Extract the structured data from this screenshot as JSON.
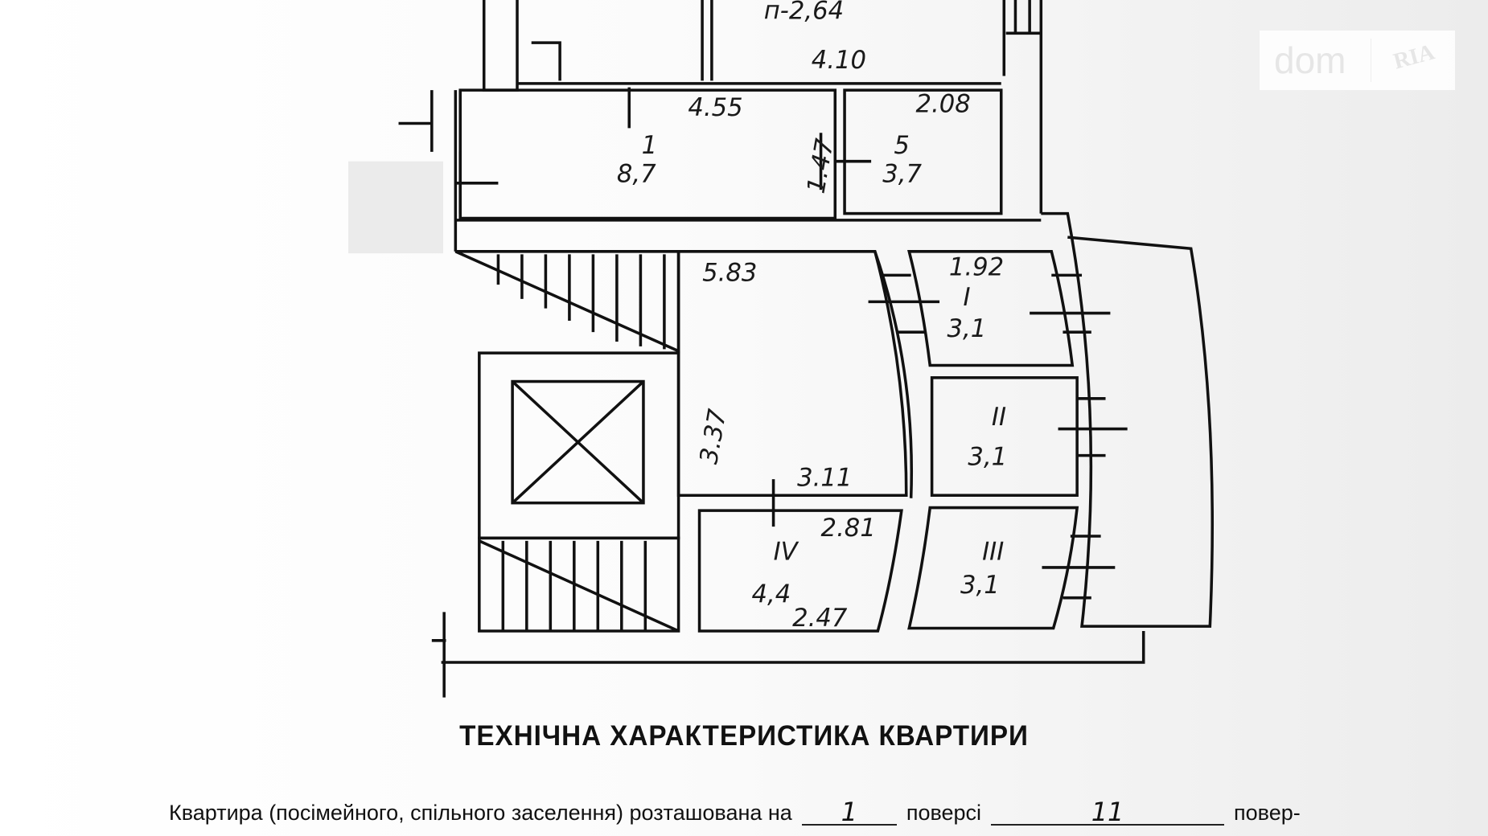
{
  "plan": {
    "top_partial": "п-2,64",
    "dims": {
      "d410": "4.10",
      "d455": "4.55",
      "d208": "2.08",
      "d147": "1.47",
      "d583": "5.83",
      "d192": "1.92",
      "d337": "3.37",
      "d311": "3.11",
      "d281": "2.81",
      "d247": "2.47"
    },
    "rooms": [
      {
        "num": "1",
        "area": "8,7"
      },
      {
        "num": "5",
        "area": "3,7"
      },
      {
        "num": "I",
        "area": "3,1"
      },
      {
        "num": "II",
        "area": "3,1"
      },
      {
        "num": "III",
        "area": "3,1"
      },
      {
        "num": "IV",
        "area": "4,4"
      }
    ]
  },
  "title": "ТЕХНІЧНА ХАРАКТЕРИСТИКА КВАРТИРИ",
  "sentence": {
    "part1": "Квартира (посімейного, спільного заселення) розташована на",
    "floor": "1",
    "part2": "поверсі",
    "floors_total": "11",
    "part3": "повер-"
  },
  "watermark": {
    "left": "dom",
    "right": "RIA"
  }
}
